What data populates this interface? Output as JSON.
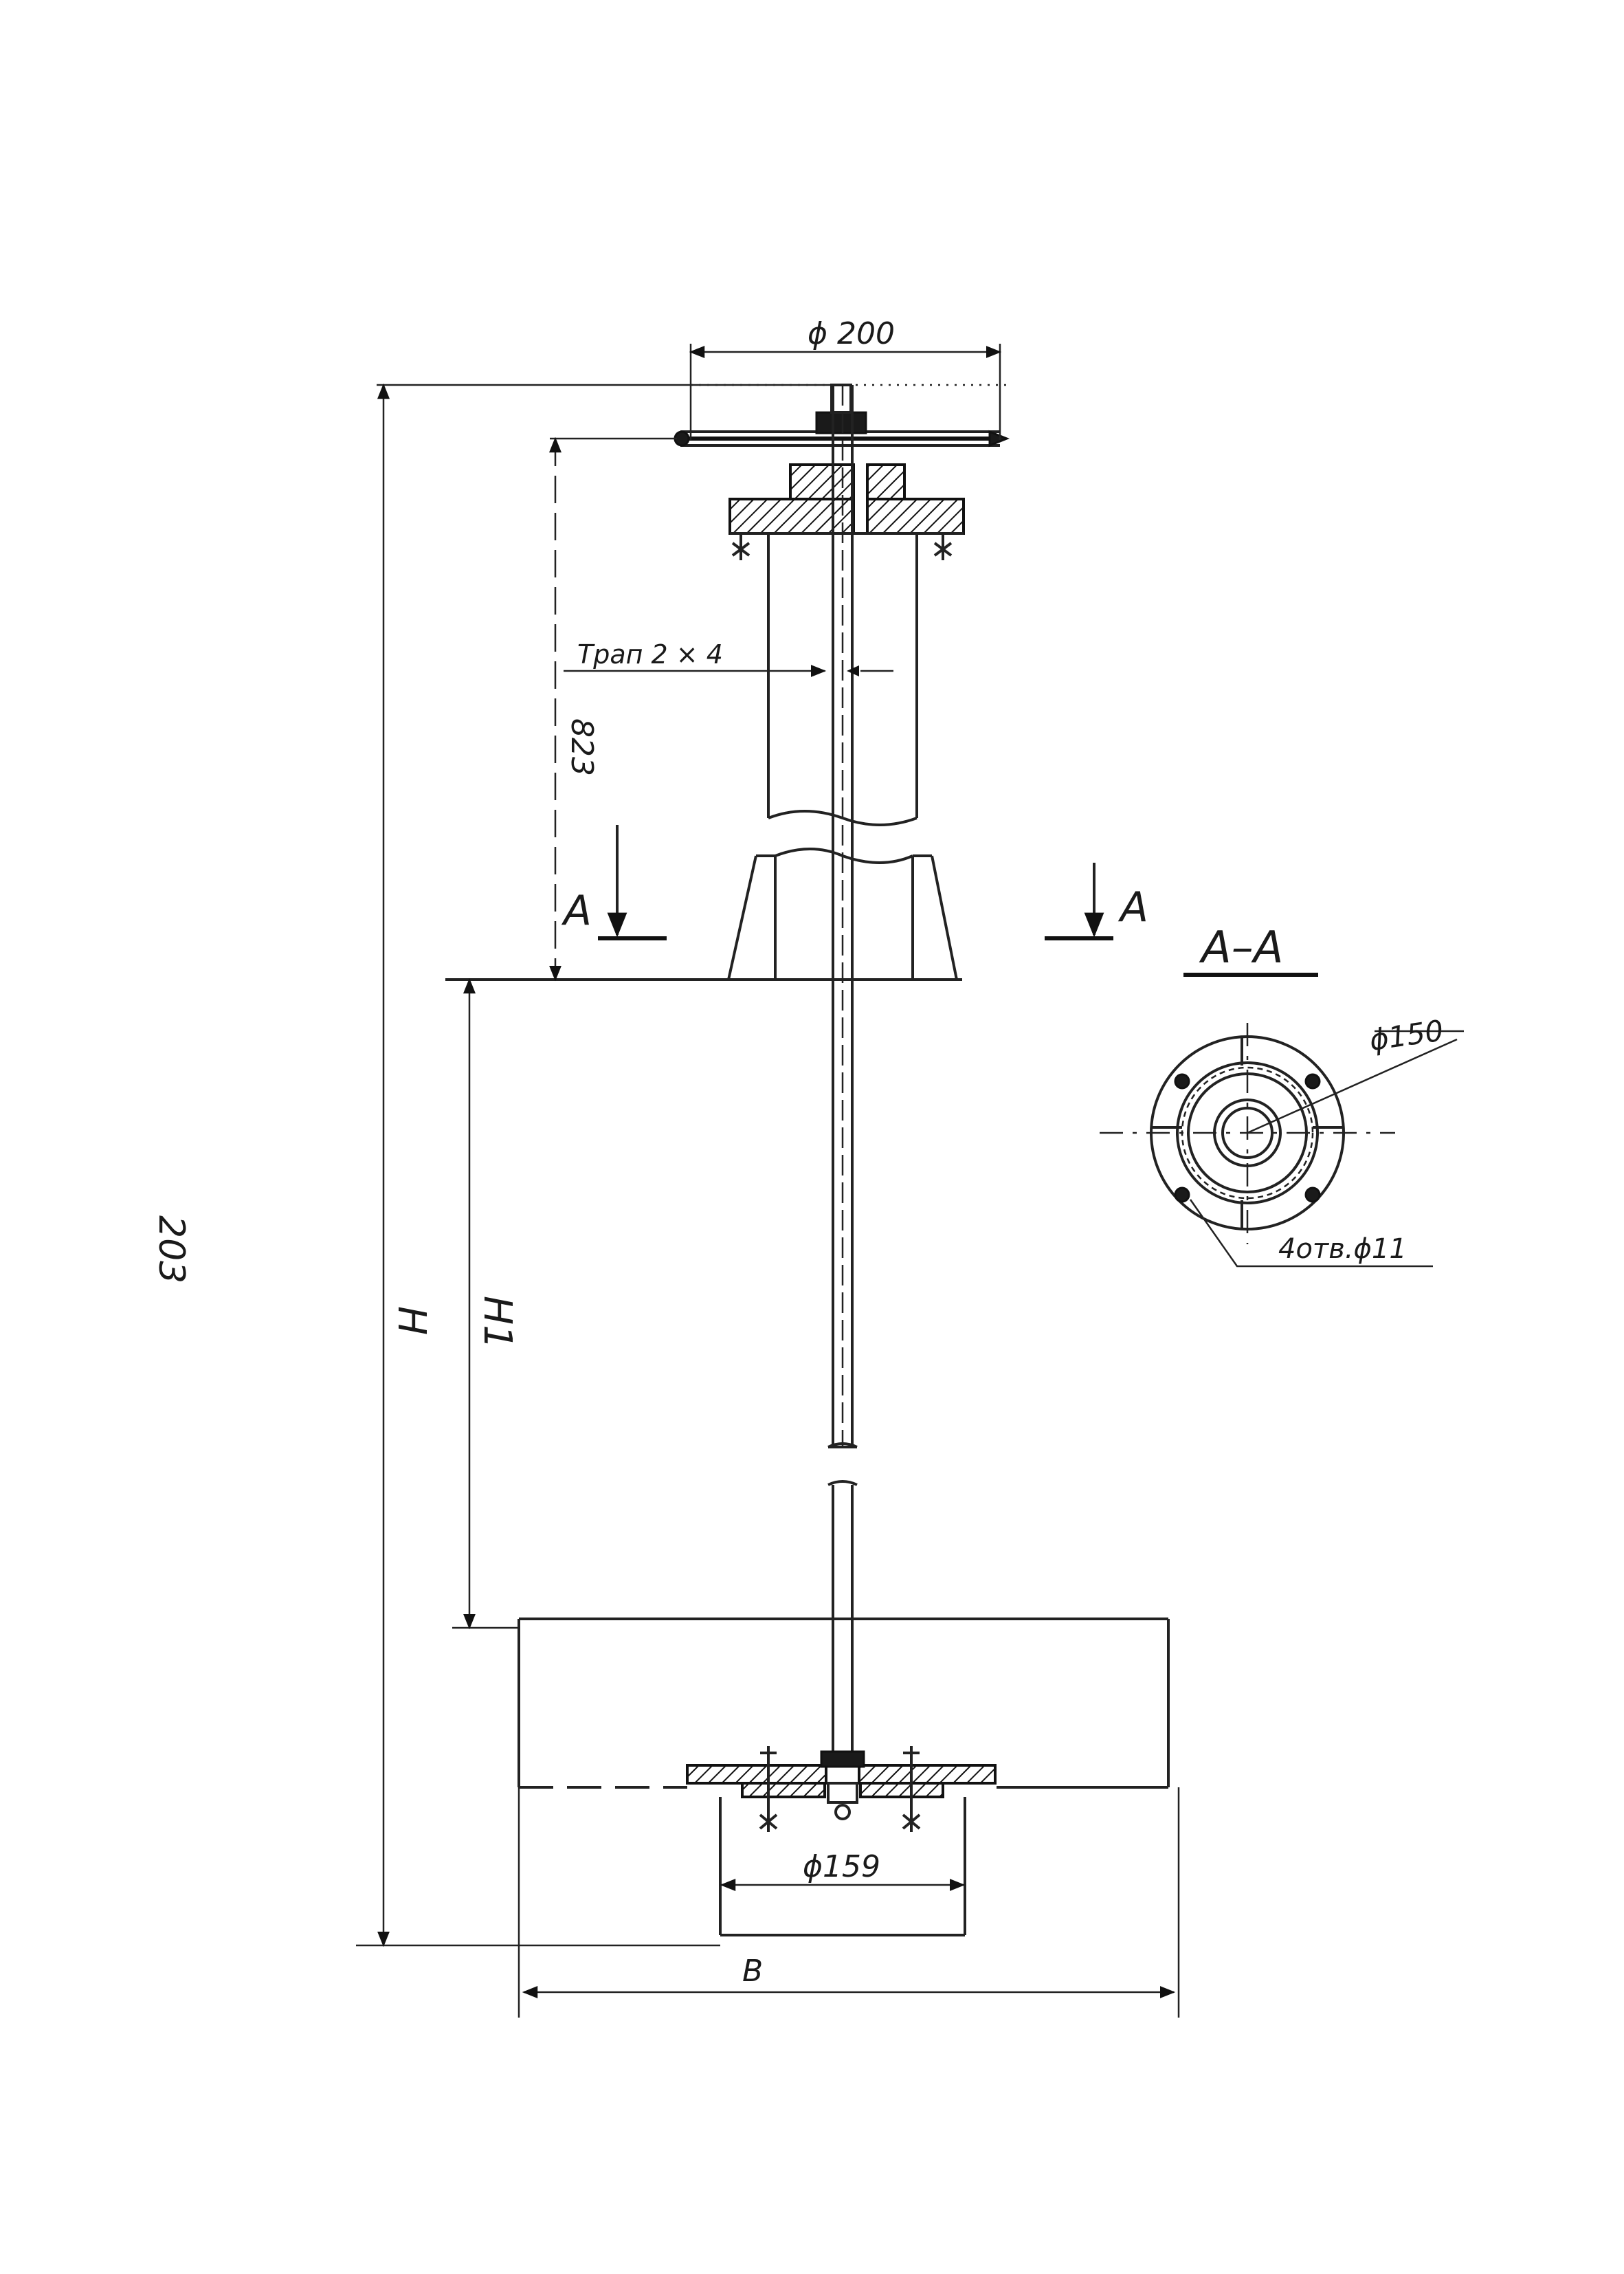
{
  "labels": {
    "dia_top": "ϕ 200",
    "thread": "Трап 2 × 4",
    "dim_upper": "823",
    "section_mark_left": "A",
    "section_mark_right": "A",
    "section_title": "A–A",
    "dia_section": "ϕ150",
    "holes": "4отв.ϕ11",
    "dim_H": "H",
    "dim_H1": "H1",
    "dia_bottom": "ϕ159",
    "dim_B": "B",
    "page_number": "203"
  },
  "colors": {
    "ink": "#1a1a1a",
    "paper": "#ffffff"
  }
}
